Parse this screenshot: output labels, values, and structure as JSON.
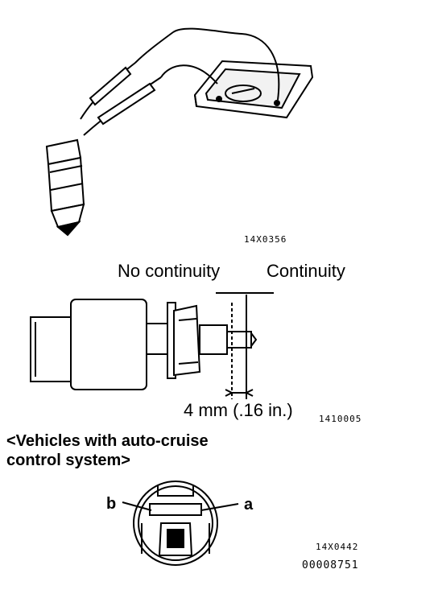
{
  "figure1": {
    "code": "14X0356"
  },
  "figure2": {
    "label_no_continuity": "No continuity",
    "label_continuity": "Continuity",
    "dimension": "4 mm (.16 in.)",
    "code": "1410005"
  },
  "section": {
    "heading_line1": "<Vehicles with auto-cruise",
    "heading_line2": "control system>"
  },
  "figure3": {
    "pin_b": "b",
    "pin_a": "a",
    "code": "14X0442"
  },
  "document_code": "00008751"
}
